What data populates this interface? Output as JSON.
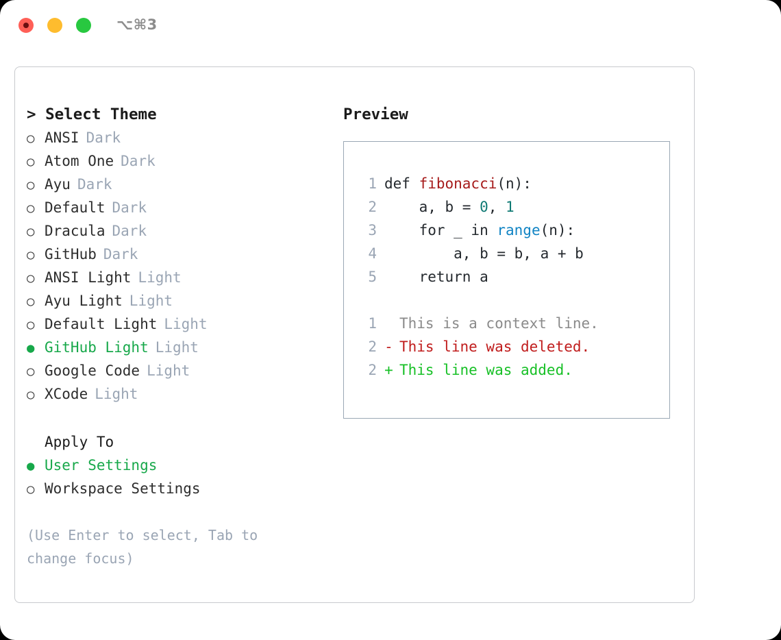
{
  "titlebar": {
    "shortcut": "⌥⌘3",
    "lights": [
      {
        "name": "close",
        "color": "#ff5f57"
      },
      {
        "name": "minimize",
        "color": "#febc2e"
      },
      {
        "name": "maximize",
        "color": "#28c840"
      }
    ]
  },
  "theme_picker": {
    "header": "> Select Theme",
    "selected_bullet": "●",
    "unselected_bullet": "○",
    "accent_color": "#17a84a",
    "tag_color": "#9aa5b4",
    "items": [
      {
        "label": "ANSI",
        "tag": "Dark",
        "selected": false
      },
      {
        "label": "Atom One",
        "tag": "Dark",
        "selected": false
      },
      {
        "label": "Ayu",
        "tag": "Dark",
        "selected": false
      },
      {
        "label": "Default",
        "tag": "Dark",
        "selected": false
      },
      {
        "label": "Dracula",
        "tag": "Dark",
        "selected": false
      },
      {
        "label": "GitHub",
        "tag": "Dark",
        "selected": false
      },
      {
        "label": "ANSI Light",
        "tag": "Light",
        "selected": false
      },
      {
        "label": "Ayu Light",
        "tag": "Light",
        "selected": false
      },
      {
        "label": "Default Light",
        "tag": "Light",
        "selected": false
      },
      {
        "label": "GitHub Light",
        "tag": "Light",
        "selected": true
      },
      {
        "label": "Google Code",
        "tag": "Light",
        "selected": false
      },
      {
        "label": "XCode",
        "tag": "Light",
        "selected": false
      }
    ]
  },
  "apply_to": {
    "header": "Apply To",
    "items": [
      {
        "label": "User Settings",
        "selected": true
      },
      {
        "label": "Workspace Settings",
        "selected": false
      }
    ]
  },
  "hint": "(Use Enter to select, Tab to change focus)",
  "preview": {
    "header": "Preview",
    "border_color": "#9aa7b4",
    "code": [
      {
        "lineno": "1",
        "tokens": [
          {
            "text": "def ",
            "type": "plain"
          },
          {
            "text": "fibonacci",
            "type": "fn"
          },
          {
            "text": "(n):",
            "type": "plain"
          }
        ]
      },
      {
        "lineno": "2",
        "tokens": [
          {
            "text": "    a, b = ",
            "type": "plain"
          },
          {
            "text": "0",
            "type": "num"
          },
          {
            "text": ", ",
            "type": "plain"
          },
          {
            "text": "1",
            "type": "num"
          }
        ]
      },
      {
        "lineno": "3",
        "tokens": [
          {
            "text": "    for _ in ",
            "type": "plain"
          },
          {
            "text": "range",
            "type": "call"
          },
          {
            "text": "(n):",
            "type": "plain"
          }
        ]
      },
      {
        "lineno": "4",
        "tokens": [
          {
            "text": "        a, b = b, a + b",
            "type": "plain"
          }
        ]
      },
      {
        "lineno": "5",
        "tokens": [
          {
            "text": "    return a",
            "type": "plain"
          }
        ]
      }
    ],
    "diff": [
      {
        "lineno": "1",
        "marker": " ",
        "text": "This is a context line.",
        "kind": "ctx"
      },
      {
        "lineno": "2",
        "marker": "-",
        "text": "This line was deleted.",
        "kind": "del"
      },
      {
        "lineno": "2",
        "marker": "+",
        "text": "This line was added.",
        "kind": "add"
      }
    ]
  },
  "syntax_colors": {
    "function": "#a61b1b",
    "number": "#107a74",
    "builtin": "#1184c4",
    "plain": "#24292e",
    "line_number": "#9aa5b4",
    "diff_context": "#8a8a8a",
    "diff_deleted": "#c01c1c",
    "diff_added": "#17c026"
  }
}
